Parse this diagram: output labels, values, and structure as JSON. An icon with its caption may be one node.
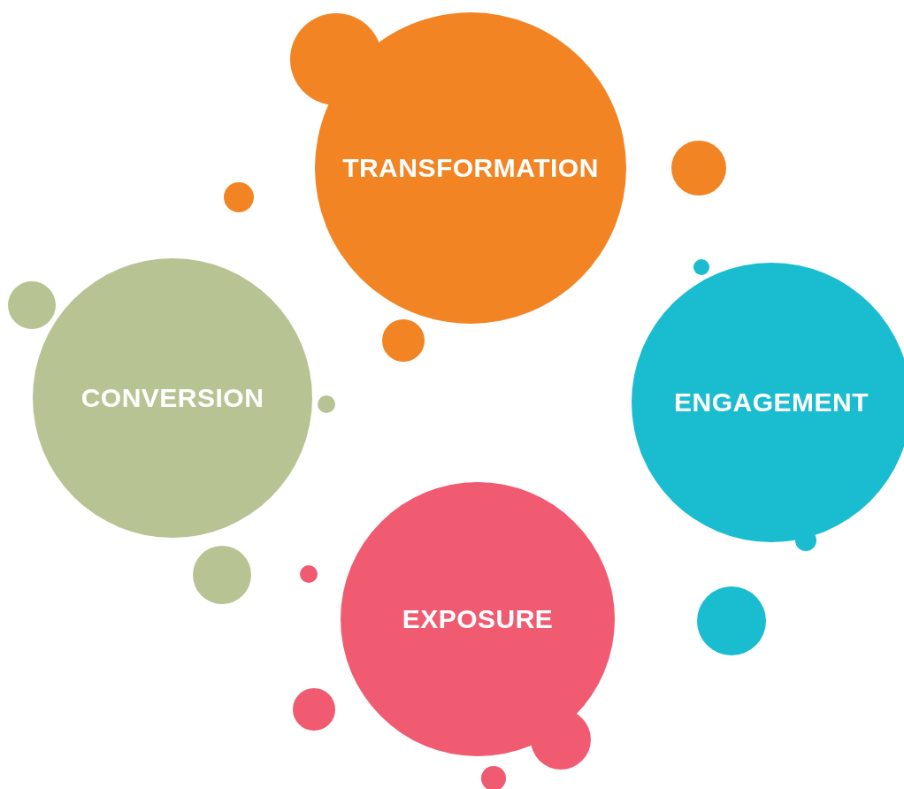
{
  "diagram": {
    "nodes": [
      {
        "text": [
          "TRANSFORMATION"
        ]
      },
      {
        "text": [
          "CONVERSION"
        ]
      },
      {
        "text": [
          "ENGAGEMENT"
        ]
      },
      {
        "text": [
          "EXPOSURE"
        ]
      }
    ]
  }
}
